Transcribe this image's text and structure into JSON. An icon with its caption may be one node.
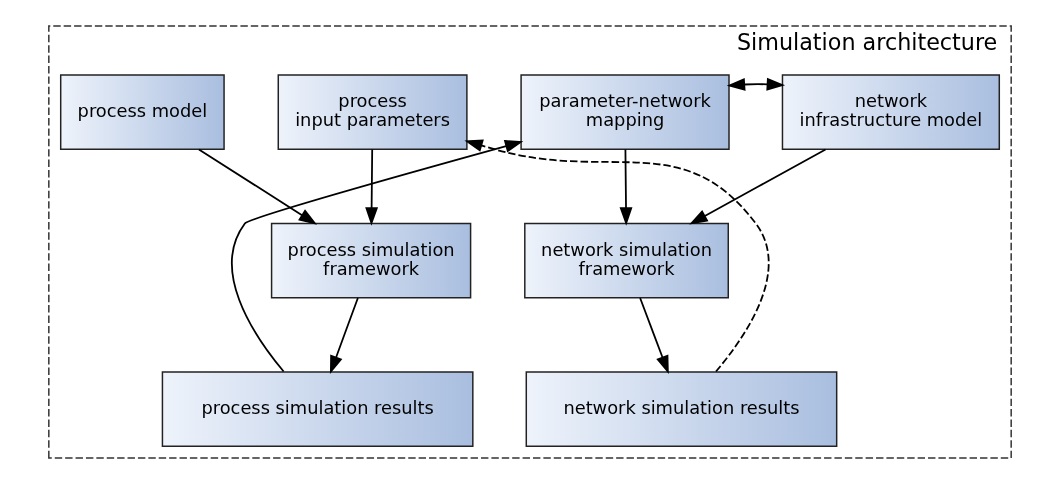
{
  "diagram": {
    "nodes": [
      {
        "text": [
          "Simulation architecture"
        ]
      },
      {
        "text": [
          "process model"
        ],
        "in": 0
      },
      {
        "text": [
          "process input parameters"
        ],
        "in": 0
      },
      {
        "text": [
          "parameter-network mapping"
        ],
        "in": 0
      },
      {
        "text": [
          "network infrastructure model"
        ],
        "in": 0
      },
      {
        "text": [
          "process simulation framework"
        ],
        "in": 0
      },
      {
        "text": [
          "network simulation framework"
        ],
        "in": 0
      },
      {
        "text": [
          "process simulation results"
        ],
        "in": 0
      },
      {
        "text": [
          "network simulation results"
        ],
        "in": 0
      }
    ],
    "edges": [
      {
        "from": 1,
        "to": 5,
        "arrow": "to"
      },
      {
        "from": 2,
        "to": 5,
        "arrow": "to"
      },
      {
        "from": 3,
        "to": 4,
        "arrow": "both"
      },
      {
        "from": 3,
        "to": 6,
        "arrow": "to"
      },
      {
        "from": 4,
        "to": 6,
        "arrow": "to"
      },
      {
        "from": 5,
        "to": 7,
        "arrow": "to"
      },
      {
        "from": 6,
        "to": 8,
        "arrow": "to"
      },
      {
        "from": 7,
        "to": 3,
        "arrow": "to"
      },
      {
        "from": 8,
        "to": 2,
        "arrow": "to",
        "style": "dashed"
      }
    ]
  }
}
